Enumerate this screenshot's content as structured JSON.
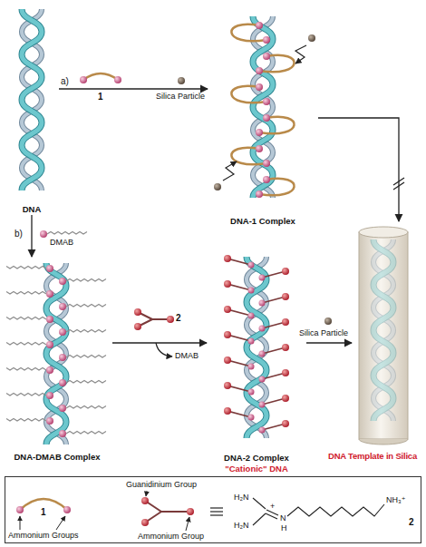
{
  "diagram": {
    "nodes": [
      {
        "text": [
          "DNA"
        ]
      },
      {
        "text": [
          "DNA-1 Complex"
        ]
      },
      {
        "text": [
          "DNA-DMAB Complex"
        ]
      },
      {
        "text": [
          "DNA-2 Complex",
          "\"Cationic\" DNA"
        ]
      },
      {
        "text": [
          "DNA Template in Silica"
        ]
      },
      {
        "text": [
          "1",
          "Ammonium Groups",
          "Guanidinium Group",
          "Ammonium Group",
          "H₂N",
          "+",
          "H₂N",
          "N",
          "H",
          "NH₃⁺",
          "2"
        ]
      }
    ],
    "edges": [
      {
        "from": 0,
        "to": 1,
        "arrow": "to",
        "label": "a)"
      },
      {
        "from": 0,
        "to": 2,
        "arrow": "to",
        "label": "b)"
      },
      {
        "from": 2,
        "to": 3,
        "arrow": "to"
      },
      {
        "from": 3,
        "to": 4,
        "arrow": "to"
      },
      {
        "from": 1,
        "to": 4,
        "arrow": "to"
      }
    ],
    "labels": [
      "1",
      "Silica Particle",
      "DMAB",
      "2",
      "DMAB",
      "Silica Particle"
    ]
  }
}
